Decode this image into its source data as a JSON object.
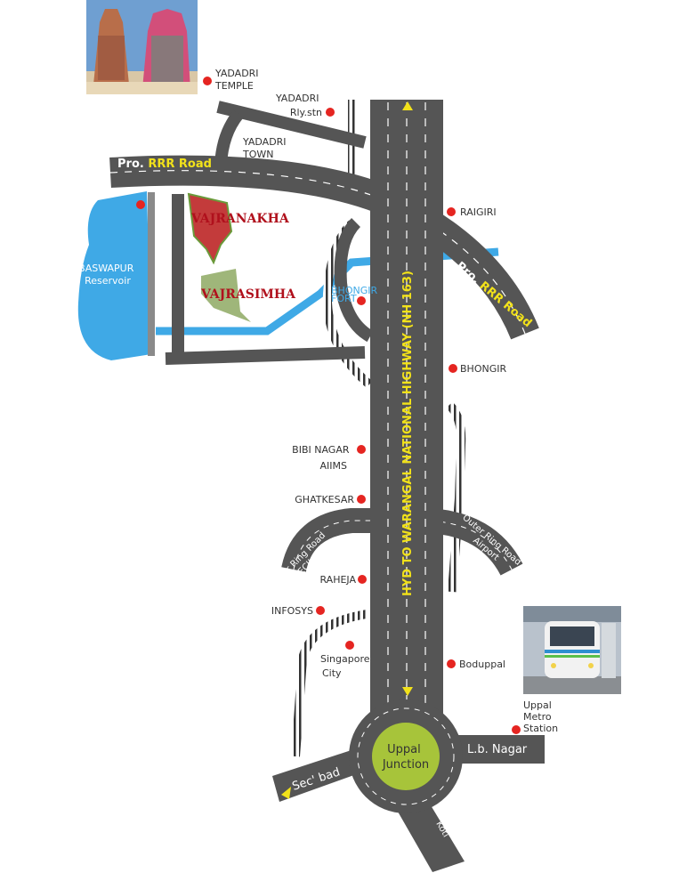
{
  "landmarks": {
    "yadadri_temple": [
      "YADADRI",
      "TEMPLE"
    ],
    "yadadri_rly": [
      "YADADRI",
      "Rly.stn"
    ],
    "yadadri_town": [
      "YADADRI",
      "TOWN"
    ],
    "raigiri": "RAIGIRI",
    "bhongir_fort": [
      "BHONGIR",
      "FORT"
    ],
    "bhongir": "BHONGIR",
    "bibi_nagar": [
      "BIBI NAGAR",
      "AIIMS"
    ],
    "ghatkesar": "GHATKESAR",
    "raheja": "RAHEJA",
    "infosys": "INFOSYS",
    "singapore_city": [
      "Singapore",
      "City"
    ],
    "boduppal": "Boduppal",
    "uppal_metro": [
      "Uppal",
      "Metro",
      "Station"
    ]
  },
  "reservoir": [
    "BASWAPUR",
    "Reservoir"
  ],
  "plots": {
    "vajranakha": "VAJRANAKHA",
    "vajrasimha": "VAJRASIMHA"
  },
  "roads": {
    "rrr_left_pre": "Pro.",
    "rrr_left_mid": "RRR",
    "rrr_left_post": "Road",
    "rrr_right_pre": "Pro.",
    "rrr_right_mid": "RRR",
    "rrr_right_post": "Road",
    "highway": "HYD TO WARANGAL NATIONAL HIGHWAY (NH 163)",
    "orr_ecil": [
      "Outer Ring Road",
      "ECIL"
    ],
    "orr_airport": [
      "Outer Ring Road",
      "Airport"
    ],
    "lb_nagar": "L.b. Nagar",
    "secbad": "Sec' bad",
    "koti": "Koti"
  },
  "junction": [
    "Uppal",
    "Junction"
  ],
  "colors": {
    "road": "#555555",
    "water": "#3fa9e6",
    "marker": "#e52521",
    "junction": "#a7c43a",
    "highlight": "#f2e21a"
  }
}
